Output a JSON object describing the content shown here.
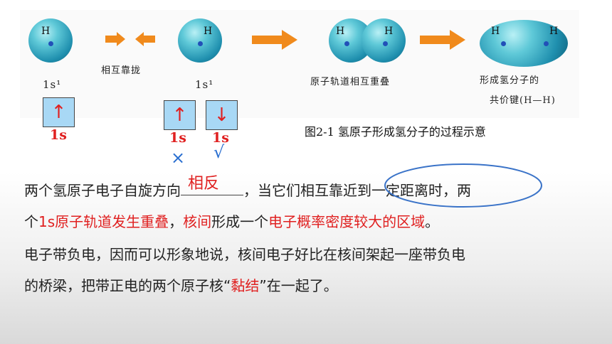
{
  "figure": {
    "atom_label_h": "H",
    "step1_label": "相互靠拢",
    "step2_label": "原子轨道相互重叠",
    "step3_label_line1": "形成氢分子的",
    "step3_label_line2": "共价键(H—H)",
    "orbital_left": "1s¹",
    "orbital_mid": "1s¹",
    "caption": "图2-1 氢原子形成氢分子的过程示意",
    "arrow_color": "#f08a1c"
  },
  "spin_boxes": [
    {
      "arrow": "↑",
      "orbital": "1s"
    },
    {
      "arrow": "↑",
      "orbital": "1s"
    },
    {
      "arrow": "↓",
      "orbital": "1s"
    }
  ],
  "marks": {
    "cross": "×",
    "check": "√"
  },
  "body": {
    "line1_a": "两个氢原子电子自旋方向",
    "blank_answer": "相反",
    "line1_b": "，当它们相互靠近到一定距离时，两",
    "line2_a": "个",
    "line2_b": "1s原子轨道发生重叠",
    "line2_c": "，",
    "line2_d": "核间",
    "line2_e": "形成一个",
    "line2_f": "电子概率密度较大的区域",
    "line2_g": "。",
    "line3": "电子带负电，因而可以形象地说，核间电子好比在核间架起一座带负电",
    "line4_a": "的桥梁，把带正电的两个原子核“",
    "line4_b": "黏结",
    "line4_c": "”在一起了。"
  },
  "highlight_color": "#3a73c8"
}
